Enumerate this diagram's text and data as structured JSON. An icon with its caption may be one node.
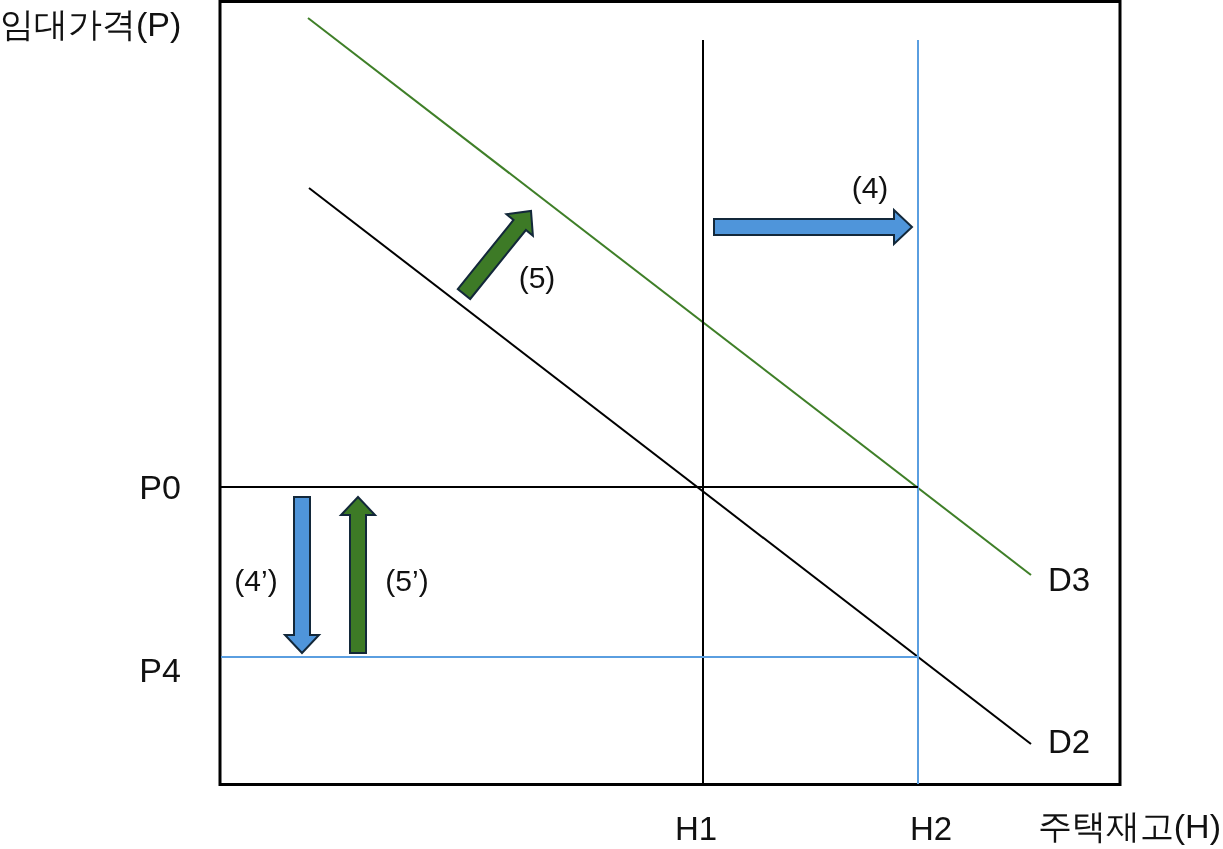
{
  "diagram": {
    "labels": [
      "임대가격(P)",
      "(4)",
      "(5)",
      "P0",
      "(4’)",
      "(5’)",
      "D3",
      "P4",
      "D2",
      "H1",
      "H2",
      "주택재고(H)"
    ]
  }
}
